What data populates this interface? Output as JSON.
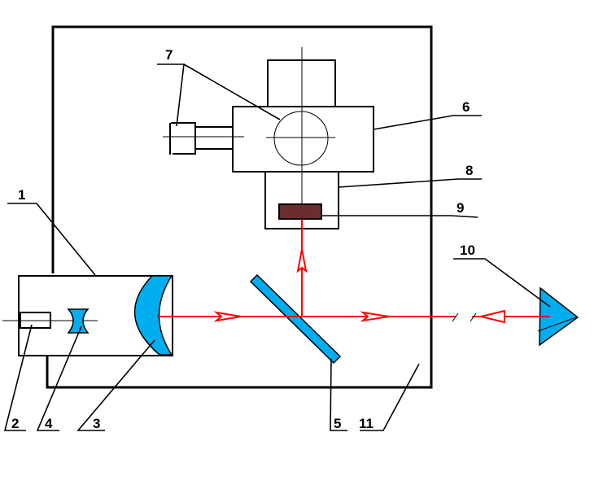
{
  "diagram": {
    "type": "optical-schematic",
    "colors": {
      "optic_fill": "#00aeef",
      "beam": "#ff0000",
      "sample_fill": "#6b2e2e",
      "line": "#000000"
    },
    "labels": {
      "l1": "1",
      "l2": "2",
      "l3": "3",
      "l4": "4",
      "l5": "5",
      "l6": "6",
      "l7": "7",
      "l8": "8",
      "l9": "9",
      "l10": "10",
      "l11": "11"
    },
    "components": [
      {
        "id": "1",
        "name": "telescope-housing"
      },
      {
        "id": "2",
        "name": "light-source"
      },
      {
        "id": "3",
        "name": "concave-mirror"
      },
      {
        "id": "4",
        "name": "diverging-lens"
      },
      {
        "id": "5",
        "name": "beam-splitter"
      },
      {
        "id": "6",
        "name": "detector-housing"
      },
      {
        "id": "7",
        "name": "eyepiece-assembly"
      },
      {
        "id": "8",
        "name": "detector-tube"
      },
      {
        "id": "9",
        "name": "sensor-element"
      },
      {
        "id": "10",
        "name": "corner-reflector"
      },
      {
        "id": "11",
        "name": "instrument-enclosure"
      }
    ]
  }
}
